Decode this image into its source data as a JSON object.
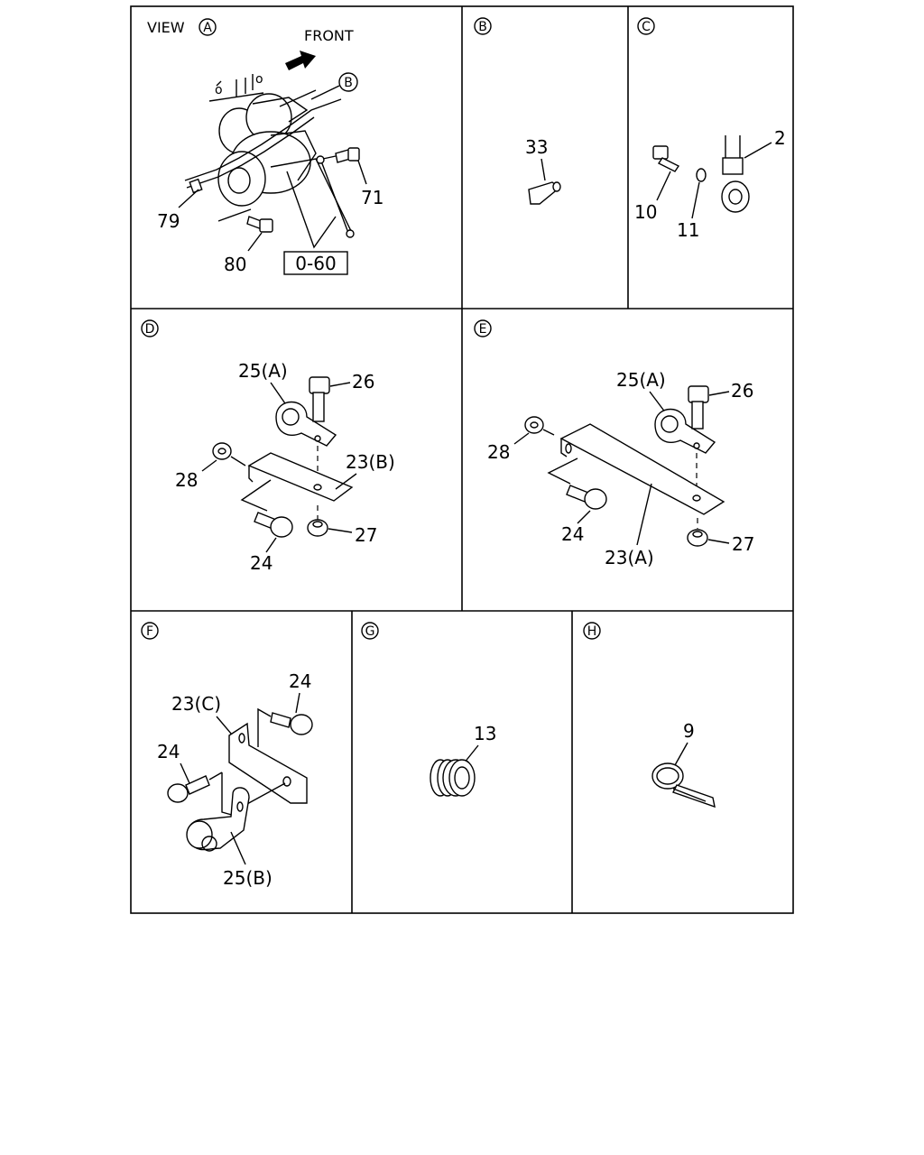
{
  "panels": {
    "A": {
      "title_prefix": "VIEW",
      "letter": "A",
      "front_label": "FRONT",
      "ref_letter": "B",
      "parts": [
        "71",
        "79",
        "80"
      ],
      "ref_box": "0-60"
    },
    "B": {
      "letter": "B",
      "parts": [
        "33"
      ]
    },
    "C": {
      "letter": "C",
      "parts": [
        "2",
        "10",
        "11"
      ]
    },
    "D": {
      "letter": "D",
      "parts": [
        "25(A)",
        "26",
        "28",
        "23(B)",
        "27",
        "24"
      ]
    },
    "E": {
      "letter": "E",
      "parts": [
        "25(A)",
        "26",
        "28",
        "24",
        "27",
        "23(A)"
      ]
    },
    "F": {
      "letter": "F",
      "parts": [
        "23(C)",
        "24",
        "24",
        "25(B)"
      ]
    },
    "G": {
      "letter": "G",
      "parts": [
        "13"
      ]
    },
    "H": {
      "letter": "H",
      "parts": [
        "9"
      ]
    }
  }
}
